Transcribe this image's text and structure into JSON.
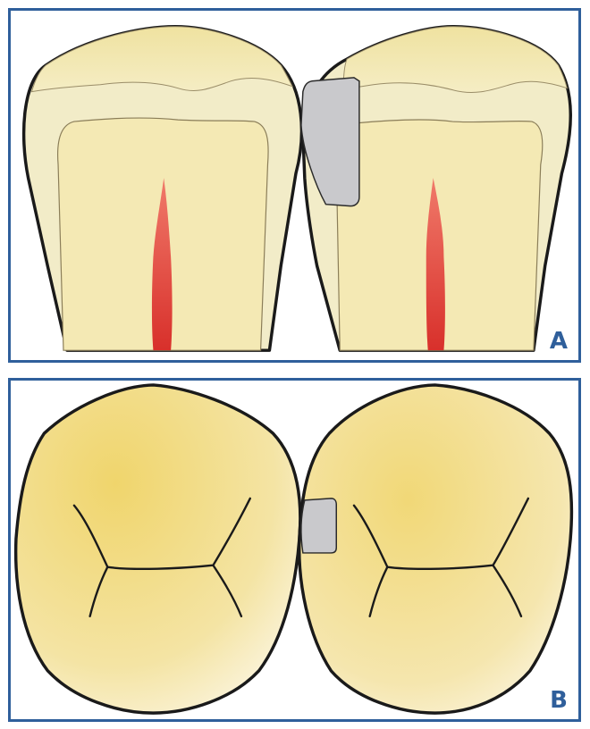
{
  "panels": [
    {
      "label": "A",
      "view": "proximal-section"
    },
    {
      "label": "B",
      "view": "occlusal"
    }
  ],
  "colors": {
    "border": "#2f5f9b",
    "enamel": "#f2ecc8",
    "cusp": "#efe4a8",
    "dentin": "#f4e9b4",
    "pulp": "#e0433a",
    "restoration": "#c9c9cc",
    "occlusal": "#f1d777",
    "outline": "#1a1a1a"
  }
}
